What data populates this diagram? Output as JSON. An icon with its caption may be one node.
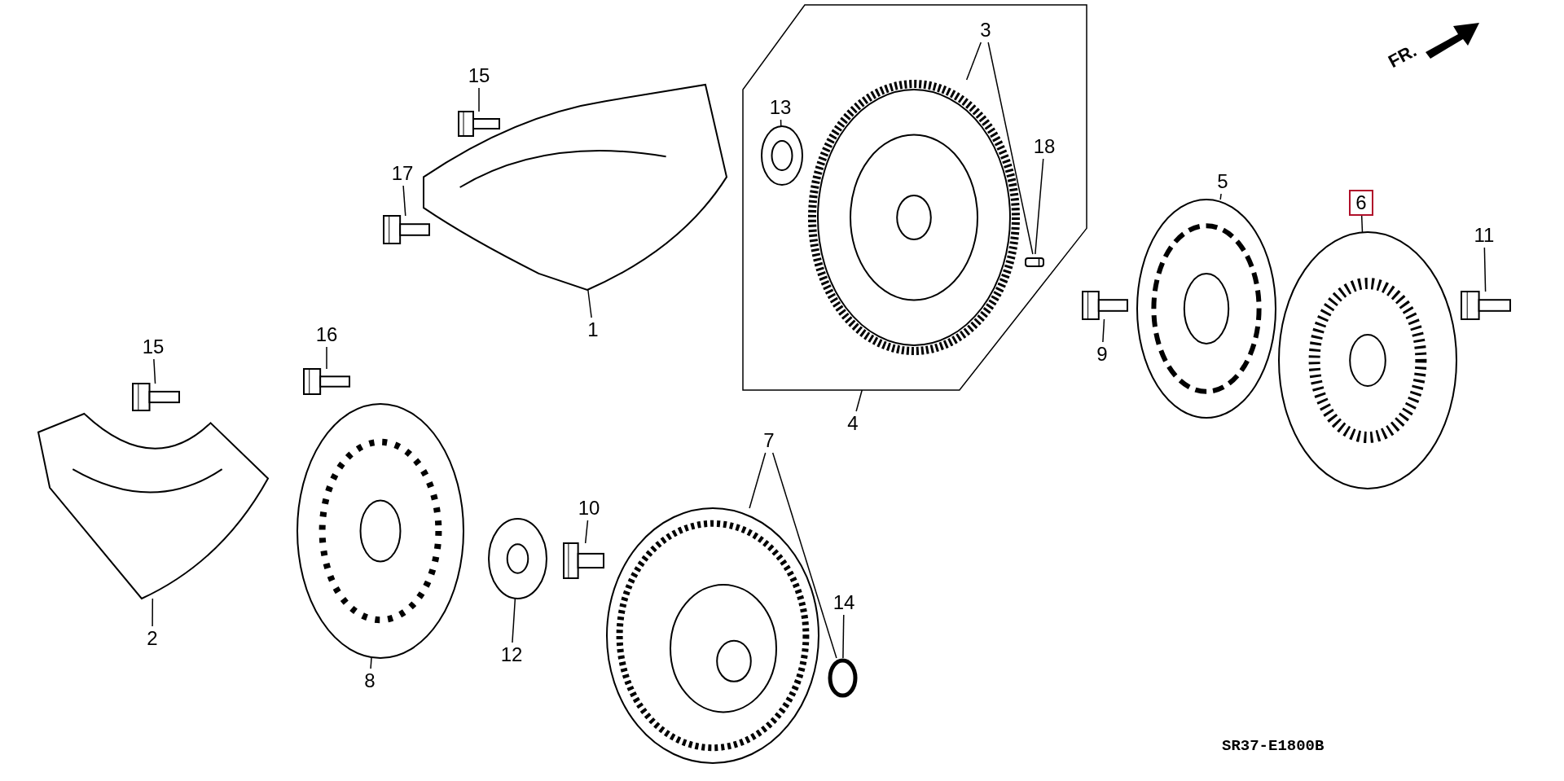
{
  "diagram": {
    "nodes": [
      {
        "text": [
          "15"
        ]
      },
      {
        "text": [],
        "shape": "picture"
      },
      {
        "text": [
          "17"
        ]
      },
      {
        "text": [],
        "shape": "picture"
      },
      {
        "text": [],
        "shape": "picture"
      },
      {
        "text": [
          "1"
        ]
      },
      {
        "text": [],
        "shape": "box"
      },
      {
        "text": [
          "13"
        ],
        "in": 6
      },
      {
        "text": [],
        "shape": "picture",
        "in": 6
      },
      {
        "text": [
          "3"
        ],
        "in": 6
      },
      {
        "text": [],
        "shape": "picture",
        "in": 6
      },
      {
        "text": [
          "18"
        ],
        "in": 6
      },
      {
        "text": [],
        "shape": "cylinder",
        "in": 6
      },
      {
        "text": [
          "4"
        ]
      },
      {
        "text": [
          "5"
        ]
      },
      {
        "text": [],
        "shape": "picture"
      },
      {
        "text": [
          "6"
        ]
      },
      {
        "text": [],
        "shape": "picture"
      },
      {
        "text": [
          "9"
        ]
      },
      {
        "text": [],
        "shape": "picture"
      },
      {
        "text": [
          "11"
        ]
      },
      {
        "text": [],
        "shape": "picture"
      },
      {
        "text": [
          "15"
        ]
      },
      {
        "text": [],
        "shape": "picture"
      },
      {
        "text": [
          "16"
        ]
      },
      {
        "text": [],
        "shape": "picture"
      },
      {
        "text": [
          "2"
        ]
      },
      {
        "text": [],
        "shape": "picture"
      },
      {
        "text": [
          "8"
        ]
      },
      {
        "text": [],
        "shape": "picture"
      },
      {
        "text": [
          "12"
        ]
      },
      {
        "text": [],
        "shape": "picture"
      },
      {
        "text": [
          "10"
        ]
      },
      {
        "text": [],
        "shape": "picture"
      },
      {
        "text": [
          "7"
        ]
      },
      {
        "text": [],
        "shape": "picture"
      },
      {
        "text": [
          "14"
        ]
      },
      {
        "text": [],
        "shape": "circle"
      }
    ],
    "edges": [
      {
        "from": 0,
        "to": 1,
        "arrow": "none"
      },
      {
        "from": 2,
        "to": 3,
        "arrow": "none"
      },
      {
        "from": 5,
        "to": 4,
        "arrow": "none"
      },
      {
        "from": 7,
        "to": 8,
        "arrow": "none"
      },
      {
        "from": 9,
        "to": 10,
        "arrow": "none"
      },
      {
        "from": 9,
        "to": 12,
        "arrow": "none"
      },
      {
        "from": 11,
        "to": 12,
        "arrow": "none"
      },
      {
        "from": 13,
        "to": 6,
        "arrow": "none"
      },
      {
        "from": 14,
        "to": 15,
        "arrow": "none"
      },
      {
        "from": 16,
        "to": 17,
        "arrow": "none"
      },
      {
        "from": 18,
        "to": 19,
        "arrow": "none"
      },
      {
        "from": 20,
        "to": 21,
        "arrow": "none"
      },
      {
        "from": 22,
        "to": 23,
        "arrow": "none"
      },
      {
        "from": 24,
        "to": 25,
        "arrow": "none"
      },
      {
        "from": 26,
        "to": 27,
        "arrow": "none"
      },
      {
        "from": 28,
        "to": 29,
        "arrow": "none"
      },
      {
        "from": 30,
        "to": 31,
        "arrow": "none"
      },
      {
        "from": 32,
        "to": 33,
        "arrow": "none"
      },
      {
        "from": 34,
        "to": 35,
        "arrow": "none"
      },
      {
        "from": 34,
        "to": 37,
        "arrow": "none"
      },
      {
        "from": 36,
        "to": 37,
        "arrow": "none"
      }
    ],
    "labels": [
      "FR.",
      "SR37-E1800B"
    ]
  }
}
